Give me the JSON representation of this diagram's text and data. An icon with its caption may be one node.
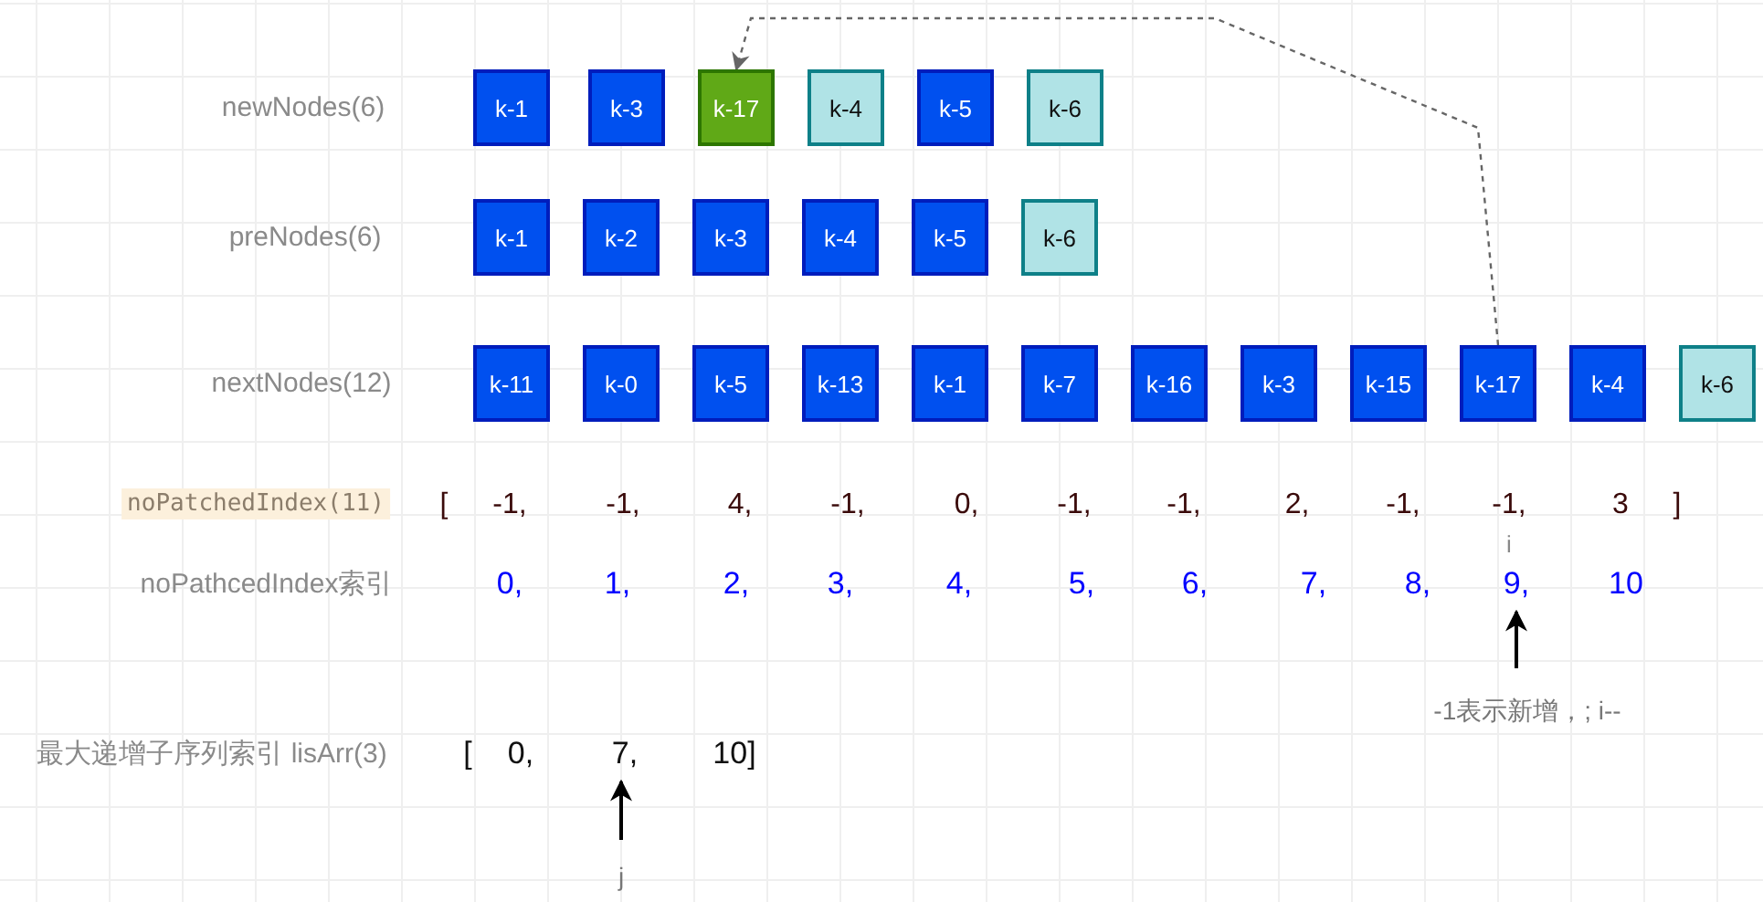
{
  "diagram": {
    "nodes": [
      {
        "text": [
          "k-1"
        ]
      },
      {
        "text": [
          "k-3"
        ]
      },
      {
        "text": [
          "k-17"
        ]
      },
      {
        "text": [
          "k-4"
        ]
      },
      {
        "text": [
          "k-5"
        ]
      },
      {
        "text": [
          "k-6"
        ]
      },
      {
        "text": [
          "k-1"
        ]
      },
      {
        "text": [
          "k-2"
        ]
      },
      {
        "text": [
          "k-3"
        ]
      },
      {
        "text": [
          "k-4"
        ]
      },
      {
        "text": [
          "k-5"
        ]
      },
      {
        "text": [
          "k-6"
        ]
      },
      {
        "text": [
          "k-11"
        ]
      },
      {
        "text": [
          "k-0"
        ]
      },
      {
        "text": [
          "k-5"
        ]
      },
      {
        "text": [
          "k-13"
        ]
      },
      {
        "text": [
          "k-1"
        ]
      },
      {
        "text": [
          "k-7"
        ]
      },
      {
        "text": [
          "k-16"
        ]
      },
      {
        "text": [
          "k-3"
        ]
      },
      {
        "text": [
          "k-15"
        ]
      },
      {
        "text": [
          "k-17"
        ]
      },
      {
        "text": [
          "k-4"
        ]
      },
      {
        "text": [
          "k-6"
        ]
      },
      {
        "text": [
          "9,"
        ]
      },
      {
        "text": [
          "-1表示新增，; i--"
        ]
      },
      {
        "text": [
          "7,"
        ]
      },
      {
        "text": [
          "j"
        ]
      }
    ],
    "edges": [
      {
        "from": 21,
        "to": 2,
        "arrow": "to",
        "style": "dashed",
        "color": "#666666"
      },
      {
        "from": 25,
        "to": 24,
        "arrow": "to"
      },
      {
        "from": 27,
        "to": 26,
        "arrow": "to"
      }
    ],
    "labels": [
      "newNodes(6)",
      "preNodes(6)",
      "nextNodes(12)",
      "noPatchedIndex(11)",
      "[",
      "-1,",
      "-1,",
      "4,",
      "-1,",
      "0,",
      "-1,",
      "-1,",
      "2,",
      "-1,",
      "-1,",
      "3",
      "]",
      "i",
      "noPathcedIndex索引",
      "0,",
      "1,",
      "2,",
      "3,",
      "4,",
      "5,",
      "6,",
      "7,",
      "8,",
      "10",
      "最大递增子序列索引 lisArr(3)",
      "[",
      "0,",
      "10]"
    ]
  }
}
